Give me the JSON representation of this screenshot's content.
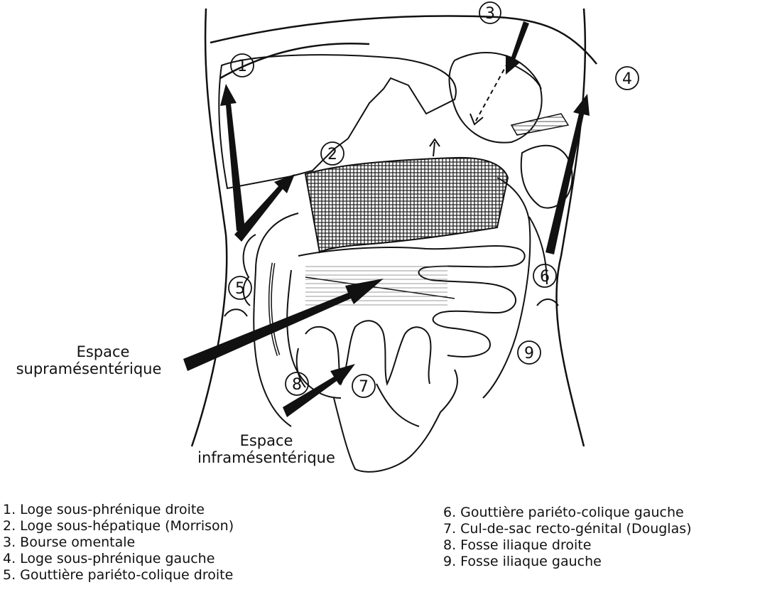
{
  "markers": [
    "1",
    "2",
    "3",
    "4",
    "5",
    "6",
    "7",
    "8",
    "9"
  ],
  "labels": {
    "supra_line1": "Espace",
    "supra_line2": "supramésentérique",
    "infra_line1": "Espace",
    "infra_line2": "inframésentérique"
  },
  "legend_left": [
    "1. Loge sous-phrénique droite",
    "2. Loge sous-hépatique (Morrison)",
    "3. Bourse omentale",
    "4. Loge sous-phrénique gauche",
    "5. Gouttière pariéto-colique droite"
  ],
  "legend_right": [
    "6. Gouttière pariéto-colique gauche",
    "7. Cul-de-sac recto-génital (Douglas)",
    "8. Fosse iliaque droite",
    "9. Fosse iliaque gauche"
  ]
}
